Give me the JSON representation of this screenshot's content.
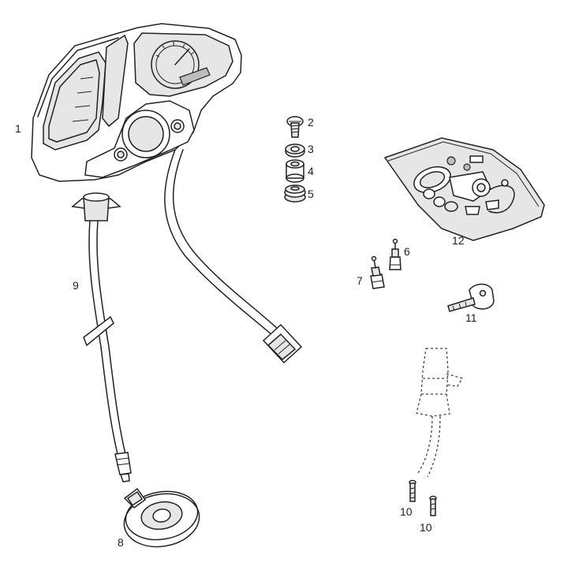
{
  "labels": {
    "p1": "1",
    "p2": "2",
    "p3": "3",
    "p4": "4",
    "p5": "5",
    "p6": "6",
    "p7": "7",
    "p8": "8",
    "p9": "9",
    "p10a": "10",
    "p10b": "10",
    "p11": "11",
    "p12": "12"
  },
  "colors": {
    "line": "#222222",
    "part_fill": "#e6e6e6",
    "background": "#ffffff"
  }
}
